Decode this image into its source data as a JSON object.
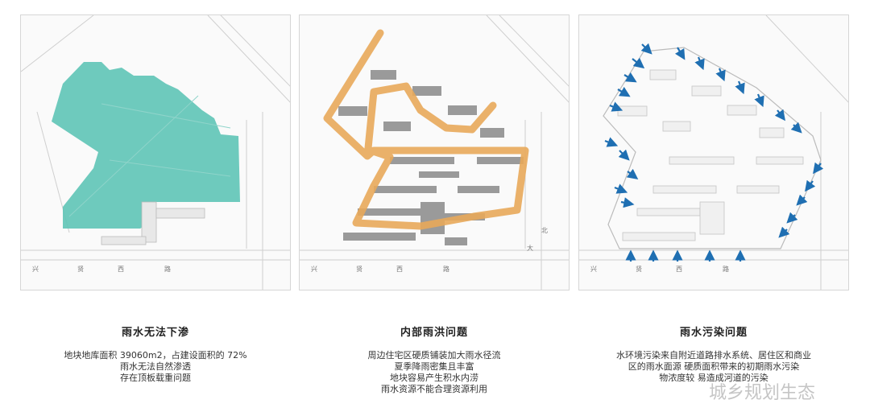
{
  "panels": [
    {
      "title": "雨水无法下渗",
      "lines": [
        "地块地库面积 39060m2，占建设面积的 72%",
        "雨水无法自然渗透",
        "存在顶板载重问题"
      ],
      "road_labels": [
        "兴",
        "贤",
        "西",
        "路"
      ],
      "highlight_color": "#5ec4b6"
    },
    {
      "title": "内部雨洪问题",
      "lines": [
        "周边住宅区硬质铺装加大雨水径流",
        "夏季降雨密集且丰富",
        "地块容易产生积水内涝",
        "雨水资源不能合理资源利用"
      ],
      "road_labels": [
        "兴",
        "贤",
        "西",
        "路",
        "北",
        "大"
      ],
      "highlight_color": "#e8a85a"
    },
    {
      "title": "雨水污染问题",
      "lines": [
        "水环境污染来自附近道路排水系统、居住区和商业",
        "区的雨水面源 硬质面积带来的初期雨水污染",
        "物浓度较 易造成河道的污染"
      ],
      "road_labels": [
        "兴",
        "贤",
        "西",
        "路"
      ],
      "highlight_color": "#1f6fb2"
    }
  ],
  "watermark": "城乡规划生态"
}
